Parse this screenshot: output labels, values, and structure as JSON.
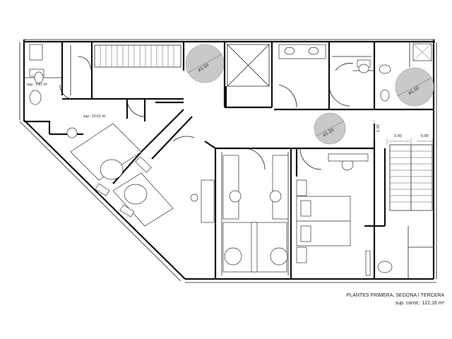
{
  "title": "PLANTES PRIMERA, SEGONA I TERCERA",
  "total_area": "sup. const.: 122,16 m²",
  "room_areas": {
    "bathroom_small": "sup.: 3,87 m²",
    "entry_hall": "sup.: 10,61 m²"
  },
  "turning_circles": [
    "ø1.50",
    "ø1.50",
    "ø1.20"
  ],
  "dimensions": {
    "vertical": "1.20",
    "left": "0.90",
    "right": "0.90"
  },
  "colors": {
    "circle_fill": "#c9c9c9",
    "walls": "#111111"
  }
}
